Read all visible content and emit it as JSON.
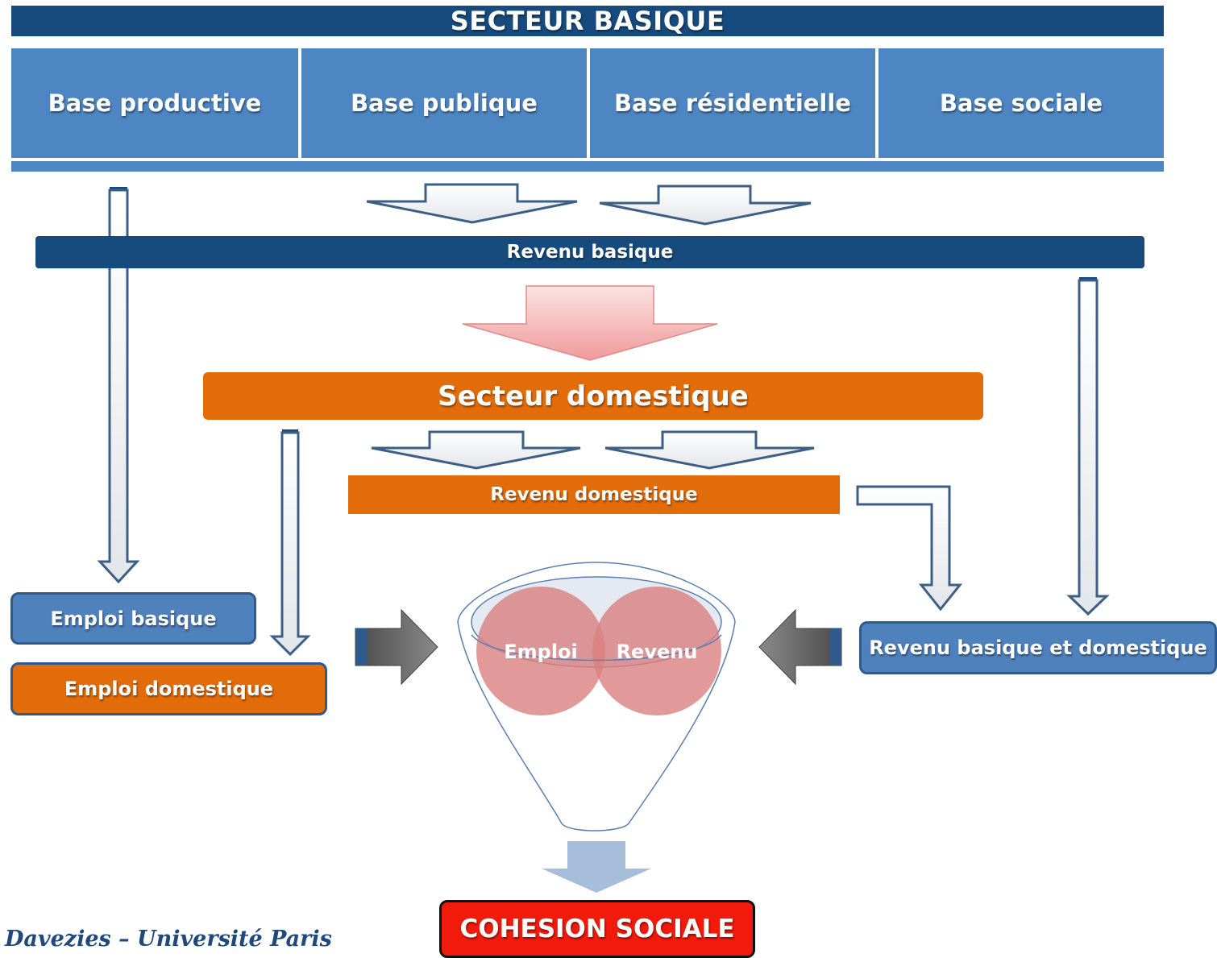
{
  "header": {
    "title": "SECTEUR BASIQUE"
  },
  "bases": [
    "Base productive",
    "Base publique",
    "Base résidentielle",
    "Base sociale"
  ],
  "revenu_basique": "Revenu basique",
  "secteur_domestique": "Secteur domestique",
  "revenu_domestique": "Revenu domestique",
  "emploi_basique": "Emploi basique",
  "emploi_domestique": "Emploi domestique",
  "revenu_basique_et_domestique": "Revenu basique et domestique",
  "funnel": {
    "left_label": "Emploi",
    "right_label": "Revenu"
  },
  "result": "COHESION SOCIALE",
  "credit": "Davezies – Université Paris",
  "colors": {
    "dark_blue": "#174b7d",
    "mid_blue": "#4d86c2",
    "orange": "#e36c0a",
    "red": "#f21a0c",
    "pink_arrow": "#f4a3a3",
    "grey_arrow": "#6b6b6b",
    "circle": "#d98080"
  }
}
